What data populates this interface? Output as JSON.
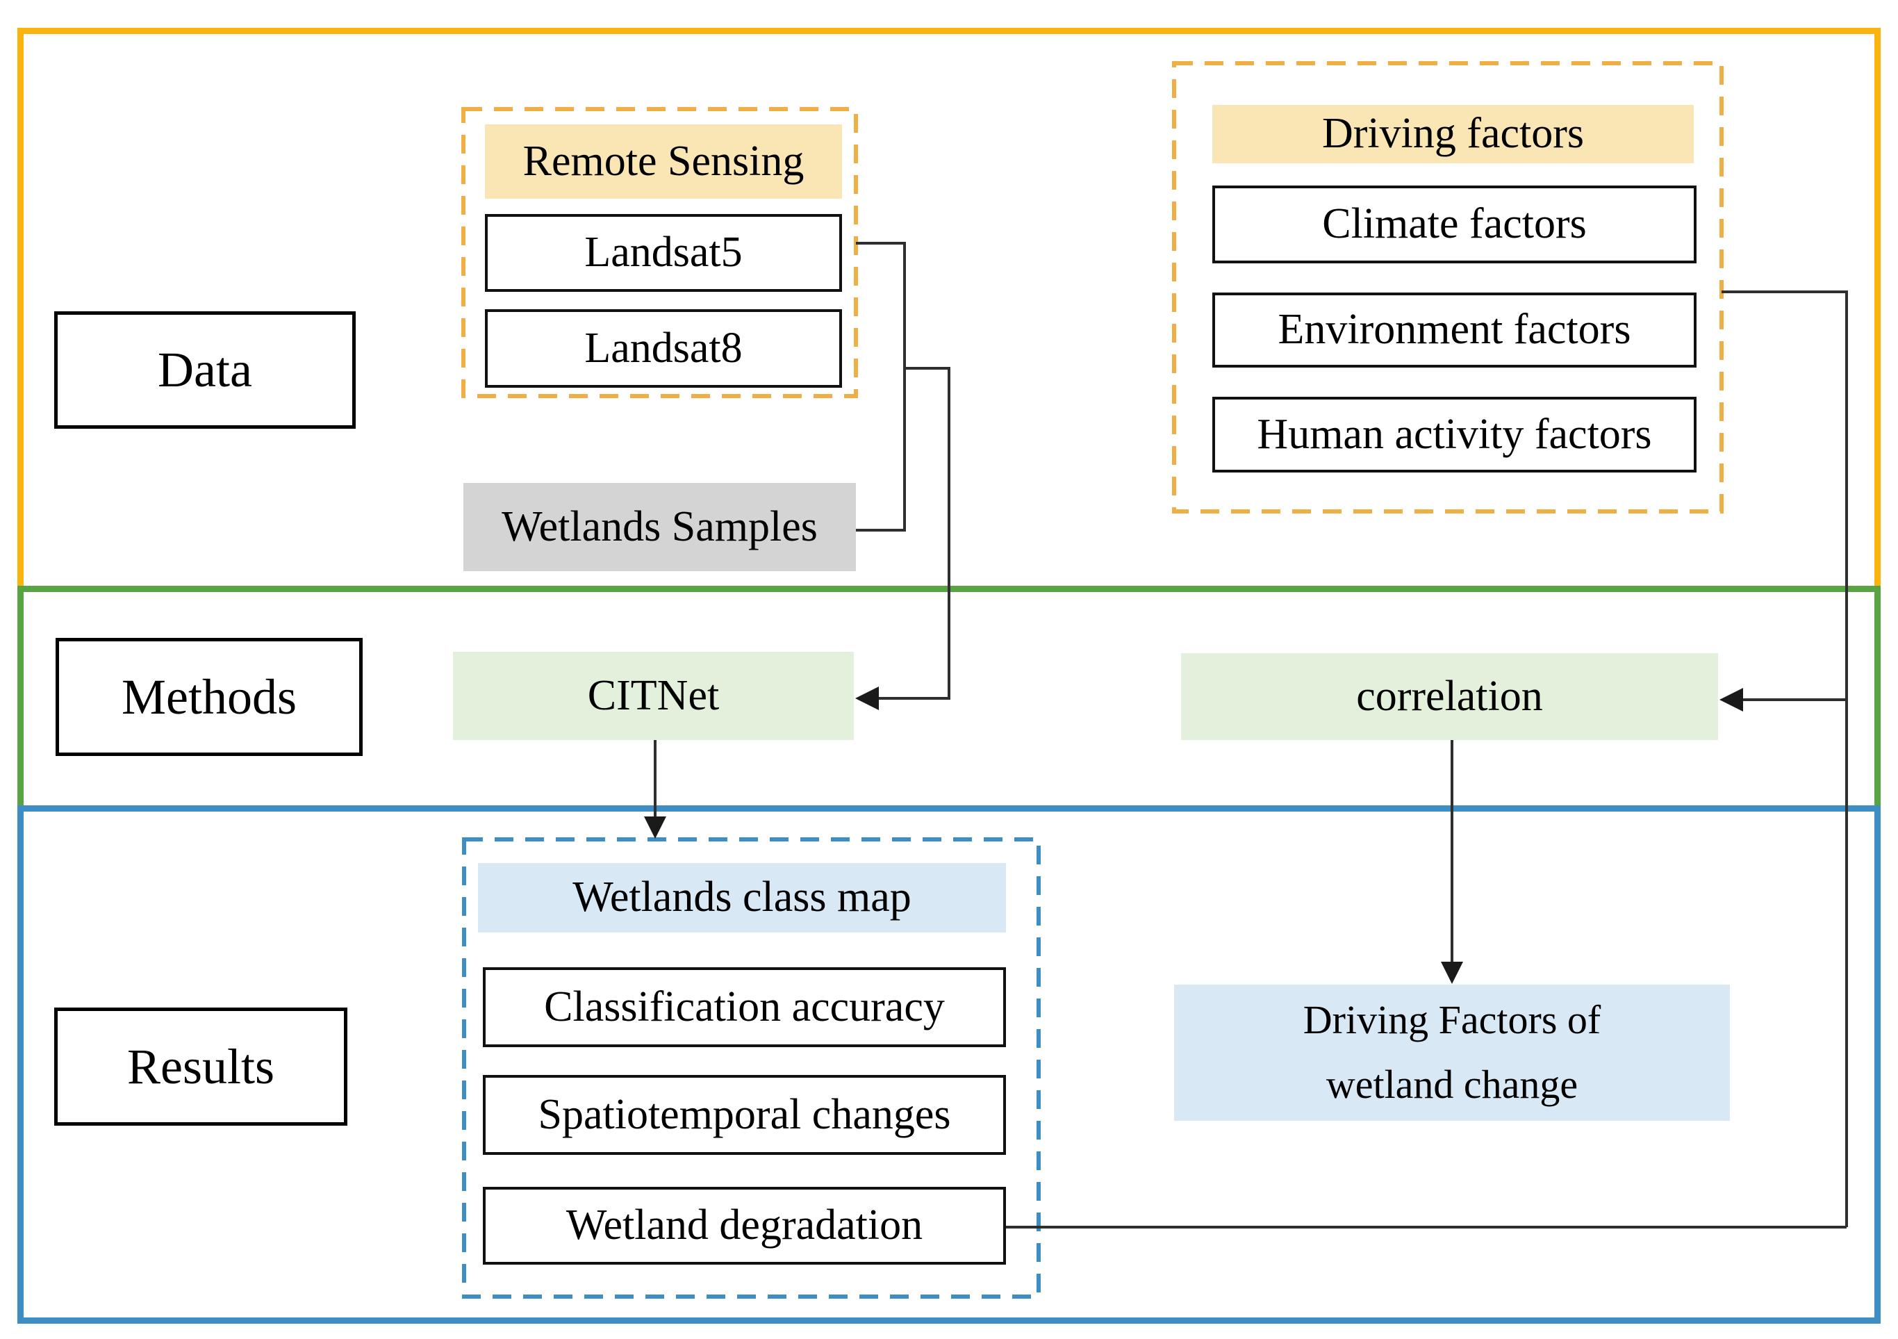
{
  "bands": {
    "data": "Data",
    "methods": "Methods",
    "results": "Results"
  },
  "remote_sensing": {
    "header": "Remote Sensing",
    "items": [
      "Landsat5",
      "Landsat8"
    ]
  },
  "wetlands_samples": "Wetlands Samples",
  "driving_factors": {
    "header": "Driving factors",
    "items": [
      "Climate factors",
      "Environment factors",
      "Human activity factors"
    ]
  },
  "methods": {
    "classifier": "CITNet",
    "analysis": "correlation"
  },
  "results": {
    "wetlands_group": {
      "header": "Wetlands class map",
      "items": [
        "Classification accuracy",
        "Spatiotemporal changes",
        "Wetland degradation"
      ]
    },
    "driving_result": {
      "line1": "Driving Factors of",
      "line2": "wetland change"
    }
  },
  "colors": {
    "orange_border": "#FBB40E",
    "orange_dash": "#EFAF45",
    "yellow_fill": "#FAE6B4",
    "green_border": "#58A344",
    "green_fill": "#E3F0DB",
    "blue_border": "#3E8EC6",
    "lightblue_fill": "#D9E8F5",
    "gray_fill": "#D4D4D4",
    "connector": "#2F2F2F"
  }
}
